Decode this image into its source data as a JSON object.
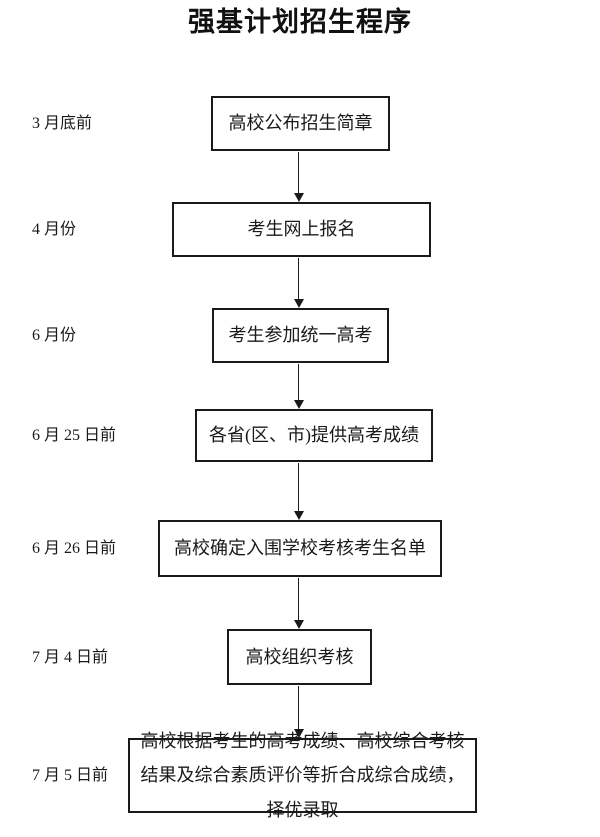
{
  "page": {
    "title": "强基计划招生程序"
  },
  "flowchart": {
    "steps": [
      {
        "time": "3 月底前",
        "label": "高校公布招生简章"
      },
      {
        "time": "4 月份",
        "label": "考生网上报名"
      },
      {
        "time": "6 月份",
        "label": "考生参加统一高考"
      },
      {
        "time": "6 月 25 日前",
        "label": "各省(区、市)提供高考成绩"
      },
      {
        "time": "6 月 26 日前",
        "label": "高校确定入围学校考核考生名单"
      },
      {
        "time": "7 月 4 日前",
        "label": "高校组织考核"
      },
      {
        "time": "7 月 5 日前",
        "label": "高校根据考生的高考成绩、高校综合考核结果及综合素质评价等折合成综合成绩，择优录取"
      }
    ],
    "connector": "down-arrow",
    "colors": {
      "background": "#ffffff",
      "border": "#1a1a1a",
      "text": "#1a1a1a",
      "arrow": "#1a1a1a"
    }
  }
}
